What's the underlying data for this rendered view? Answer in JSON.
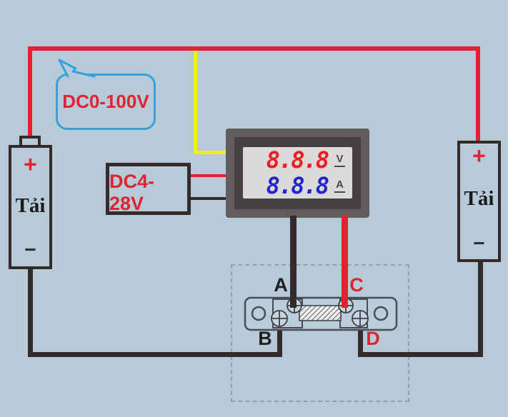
{
  "diagram": {
    "callout": {
      "text": "DC0-100V"
    },
    "power_range_box": {
      "text": "DC4-28V"
    },
    "meter": {
      "volt_value": "8.8.8",
      "volt_unit": "V",
      "amp_value": "8.8.8",
      "amp_unit": "A"
    },
    "left_load": {
      "plus": "+",
      "name": "Tải",
      "minus": "−"
    },
    "right_load": {
      "plus": "+",
      "name": "Tải",
      "minus": "−"
    },
    "shunt_terminals": {
      "a": "A",
      "b": "B",
      "c": "C",
      "d": "D"
    },
    "colors": {
      "background": "#b6cbd7",
      "wire_red": "#e02330",
      "wire_yellow": "#f2ee11",
      "wire_black": "#342b2b",
      "digit_red": "#ee1c24",
      "digit_blue": "#2125cf",
      "callout_blue": "#3aa0dc"
    }
  }
}
